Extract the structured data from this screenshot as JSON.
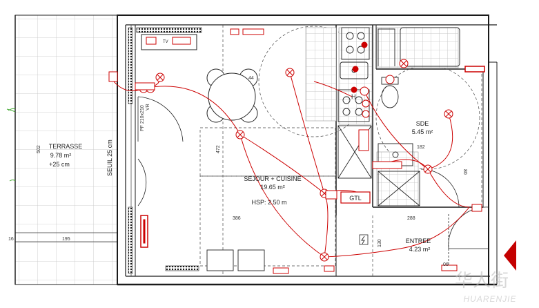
{
  "rooms": {
    "terrasse": {
      "name": "TERRASSE",
      "area": "9.78 m²",
      "level": "+25 cm"
    },
    "sejour": {
      "name": "SEJOUR + CUISINE",
      "area": "19.65 m²",
      "height": "HSP: 2.50 m"
    },
    "sde": {
      "name": "SDE",
      "area": "5.45 m²"
    },
    "entree": {
      "name": "ENTREE",
      "area": "4.23 m²"
    }
  },
  "labels": {
    "seuil": "SEUIL 25 cm",
    "door_pf": "PF 210x210",
    "door_vr": "VR",
    "gtl": "GTL",
    "door_entree": "06",
    "hob_h": "H",
    "tv": "TV"
  },
  "dimensions": {
    "d502": "502",
    "d16": "16",
    "d195": "195",
    "d472": "472",
    "d44": "44",
    "d386": "386",
    "d182": "182",
    "d80": "80",
    "d288": "288",
    "d130": "130"
  },
  "watermark": {
    "cn": "华人街",
    "en": "HUARENJIE"
  },
  "colors": {
    "wall": "#1a1a1a",
    "tile": "#bdbdbd",
    "electric": "#cc0000",
    "dashed": "#444444",
    "arrow": "#c40000",
    "plant": "#44aa33"
  }
}
